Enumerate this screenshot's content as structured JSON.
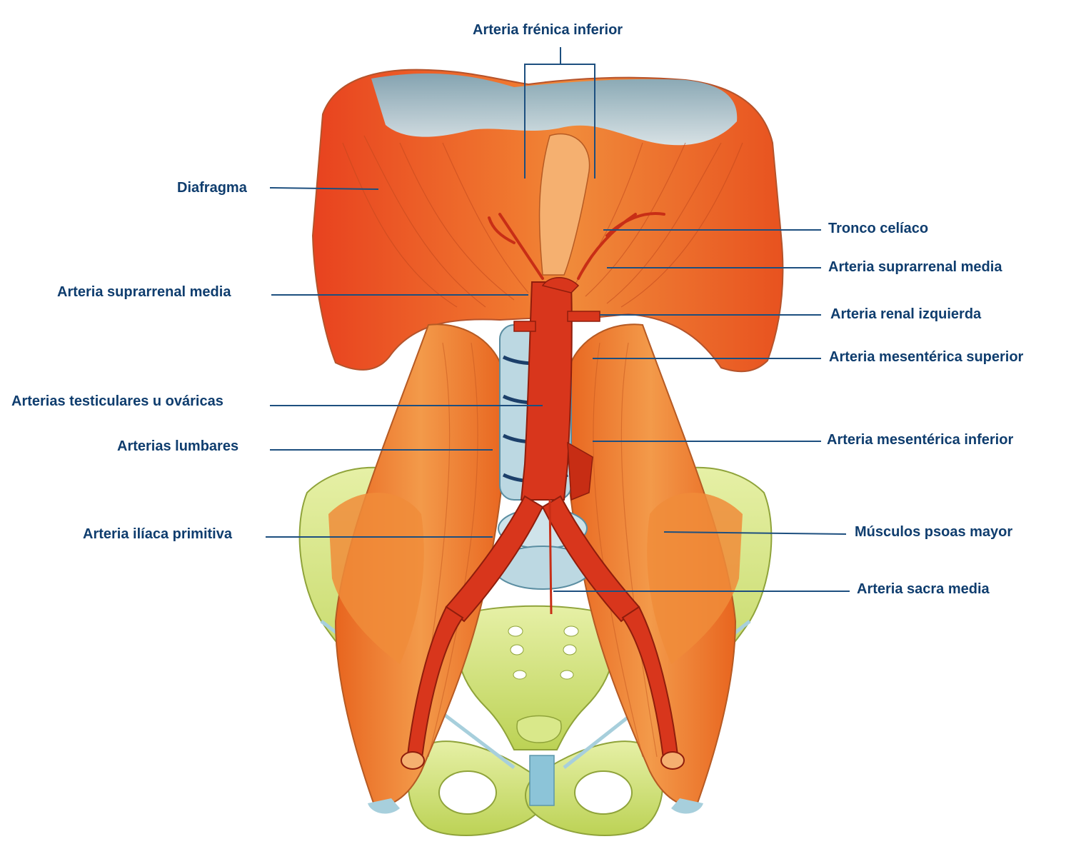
{
  "colors": {
    "muscle": "#f07a2a",
    "muscle_dark": "#e0551c",
    "diaphragm": "#ea4a22",
    "artery": "#d8331b",
    "bone": "#c9dc6a",
    "bone_light": "#e4ee9c",
    "cartilage": "#9fc9d8",
    "label": "#0f3d6e",
    "leader": "#1d4f7f"
  },
  "labels": {
    "arteria_frenica_inferior": "Arteria frénica inferior",
    "diafragma": "Diafragma",
    "tronco_celiaco": "Tronco celíaco",
    "arteria_suprarrenal_media_right": "Arteria suprarrenal media",
    "arteria_suprarrenal_media_left": "Arteria suprarrenal media",
    "arteria_renal_izquierda": "Arteria renal izquierda",
    "arteria_mesenterica_superior": "Arteria mesentérica superior",
    "arterias_testiculares": "Arterias testiculares u ováricas",
    "arterias_lumbares": "Arterias lumbares",
    "arteria_mesenterica_inferior": "Arteria mesentérica inferior",
    "arteria_iliaca_primitiva": "Arteria ilíaca primitiva",
    "musculos_psoas_mayor": "Músculos psoas mayor",
    "arteria_sacra_media": "Arteria sacra media"
  }
}
